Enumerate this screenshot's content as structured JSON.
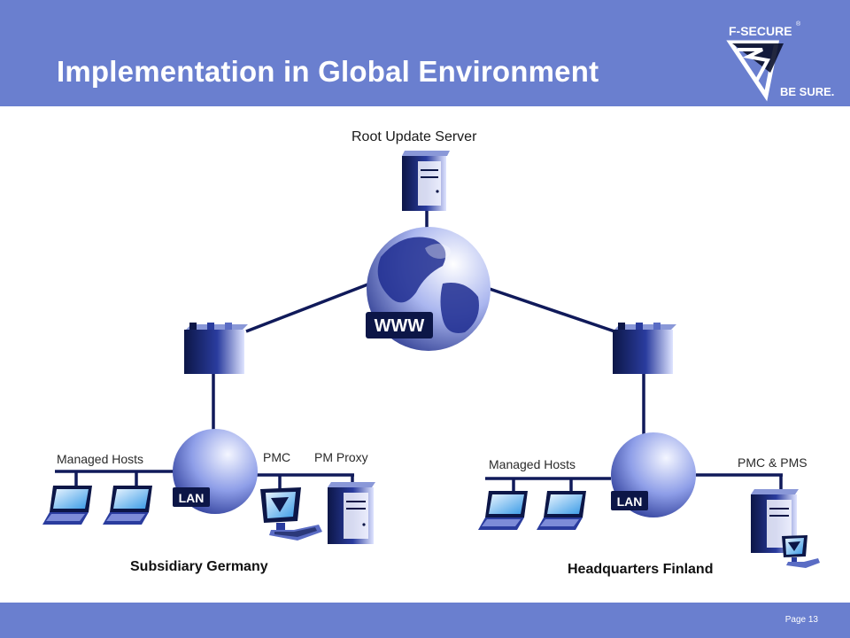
{
  "slide": {
    "title": "Implementation in Global Environment",
    "page_number": "Page 13"
  },
  "logo": {
    "brand": "F-SECURE",
    "trademark": "®",
    "tagline": "BE SURE."
  },
  "diagram": {
    "root_server_label": "Root Update Server",
    "internet_badge": "WWW",
    "sites": [
      {
        "name": "Subsidiary Germany",
        "lan_label": "LAN",
        "managed_hosts_label": "Managed Hosts",
        "pmc_label": "PMC",
        "proxy_label": "PM Proxy"
      },
      {
        "name": "Headquarters Finland",
        "lan_label": "LAN",
        "managed_hosts_label": "Managed Hosts",
        "pmc_label": "PMC & PMS"
      }
    ]
  },
  "colors": {
    "header_band": "#6a7fcf",
    "line": "#101a5a",
    "device_dark": "#0c1647"
  }
}
